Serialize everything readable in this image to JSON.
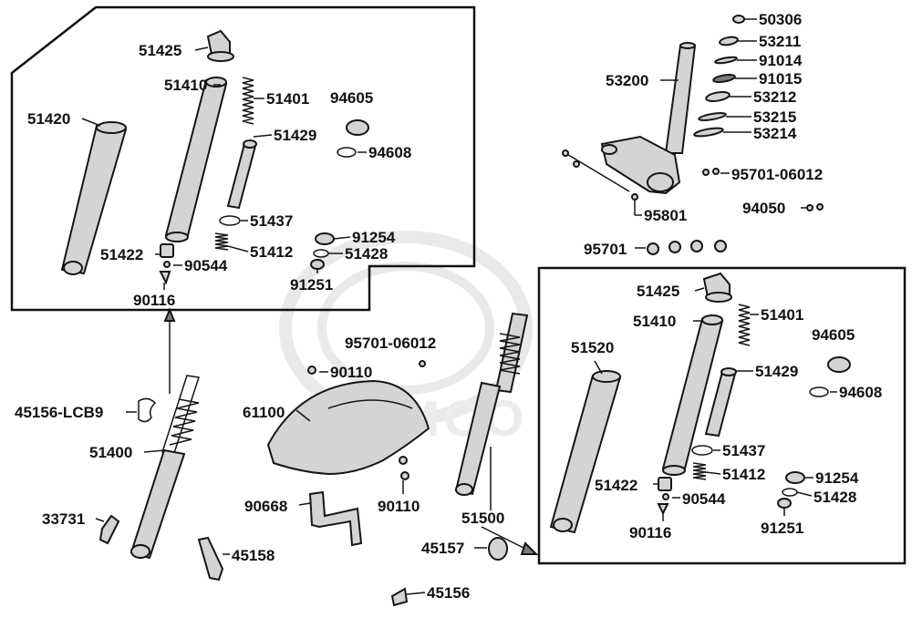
{
  "watermark": "KYMCO",
  "labels": {
    "p50306": "50306",
    "p53211": "53211",
    "p91014": "91014",
    "p91015": "91015",
    "p53212": "53212",
    "p53215": "53215",
    "p53214": "53214",
    "p53200": "53200",
    "p95701_06012_top": "95701-06012",
    "p95801": "95801",
    "p94050": "94050",
    "p95701": "95701",
    "left_51425": "51425",
    "left_51410": "51410",
    "left_51401": "51401",
    "left_94605": "94605",
    "left_51420": "51420",
    "left_51429": "51429",
    "left_94608": "94608",
    "left_51437": "51437",
    "left_91254": "91254",
    "left_51422": "51422",
    "left_51412": "51412",
    "left_51428": "51428",
    "left_90544": "90544",
    "left_91251": "91251",
    "left_90116": "90116",
    "p95701_06012_mid": "95701-06012",
    "p90110_top": "90110",
    "p61100": "61100",
    "p45156_LCB9": "45156-LCB9",
    "p51400": "51400",
    "p90668": "90668",
    "p90110_bottom": "90110",
    "p51500": "51500",
    "p33731": "33731",
    "p45158": "45158",
    "p45157": "45157",
    "p45156": "45156",
    "right_51425": "51425",
    "right_51410": "51410",
    "right_51401": "51401",
    "right_94605": "94605",
    "right_51520": "51520",
    "right_51429": "51429",
    "right_94608": "94608",
    "right_51437": "51437",
    "right_51422": "51422",
    "right_51412": "51412",
    "right_91254": "91254",
    "right_90544": "90544",
    "right_51428": "51428",
    "right_90116": "90116",
    "right_91251": "91251"
  }
}
